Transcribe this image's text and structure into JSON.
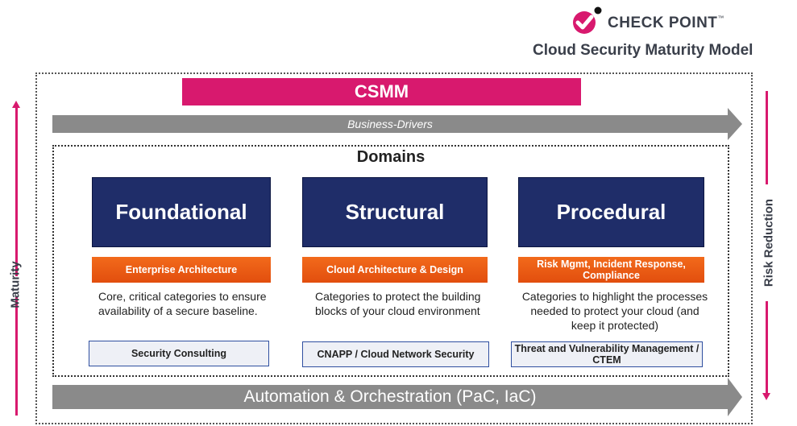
{
  "logo": {
    "text": "CHECK POINT",
    "tm": "™"
  },
  "model_title": "Cloud Security Maturity Model",
  "csmm": "CSMM",
  "business_drivers": "Business-Drivers",
  "domains_title": "Domains",
  "domains": [
    {
      "name": "Foundational",
      "category": "Enterprise Architecture",
      "description": "Core, critical categories to ensure availability of a secure baseline.",
      "tool": "Security Consulting"
    },
    {
      "name": "Structural",
      "category": "Cloud Architecture & Design",
      "description": "Categories to protect the building blocks of your cloud environment",
      "tool": "CNAPP / Cloud Network Security"
    },
    {
      "name": "Procedural",
      "category": "Risk Mgmt, Incident Response, Compliance",
      "description": "Categories to highlight the processes needed to protect your cloud (and keep it protected)",
      "tool": "Threat  and Vulnerability Management / CTEM"
    }
  ],
  "automation": "Automation & Orchestration (PaC, IaC)",
  "left_axis": "Maturity",
  "right_axis": "Risk Reduction",
  "colors": {
    "accent_pink": "#d8196e",
    "domain_navy": "#1f2d69",
    "category_orange": "#f26a1b",
    "arrow_gray": "#8a8a8a"
  }
}
